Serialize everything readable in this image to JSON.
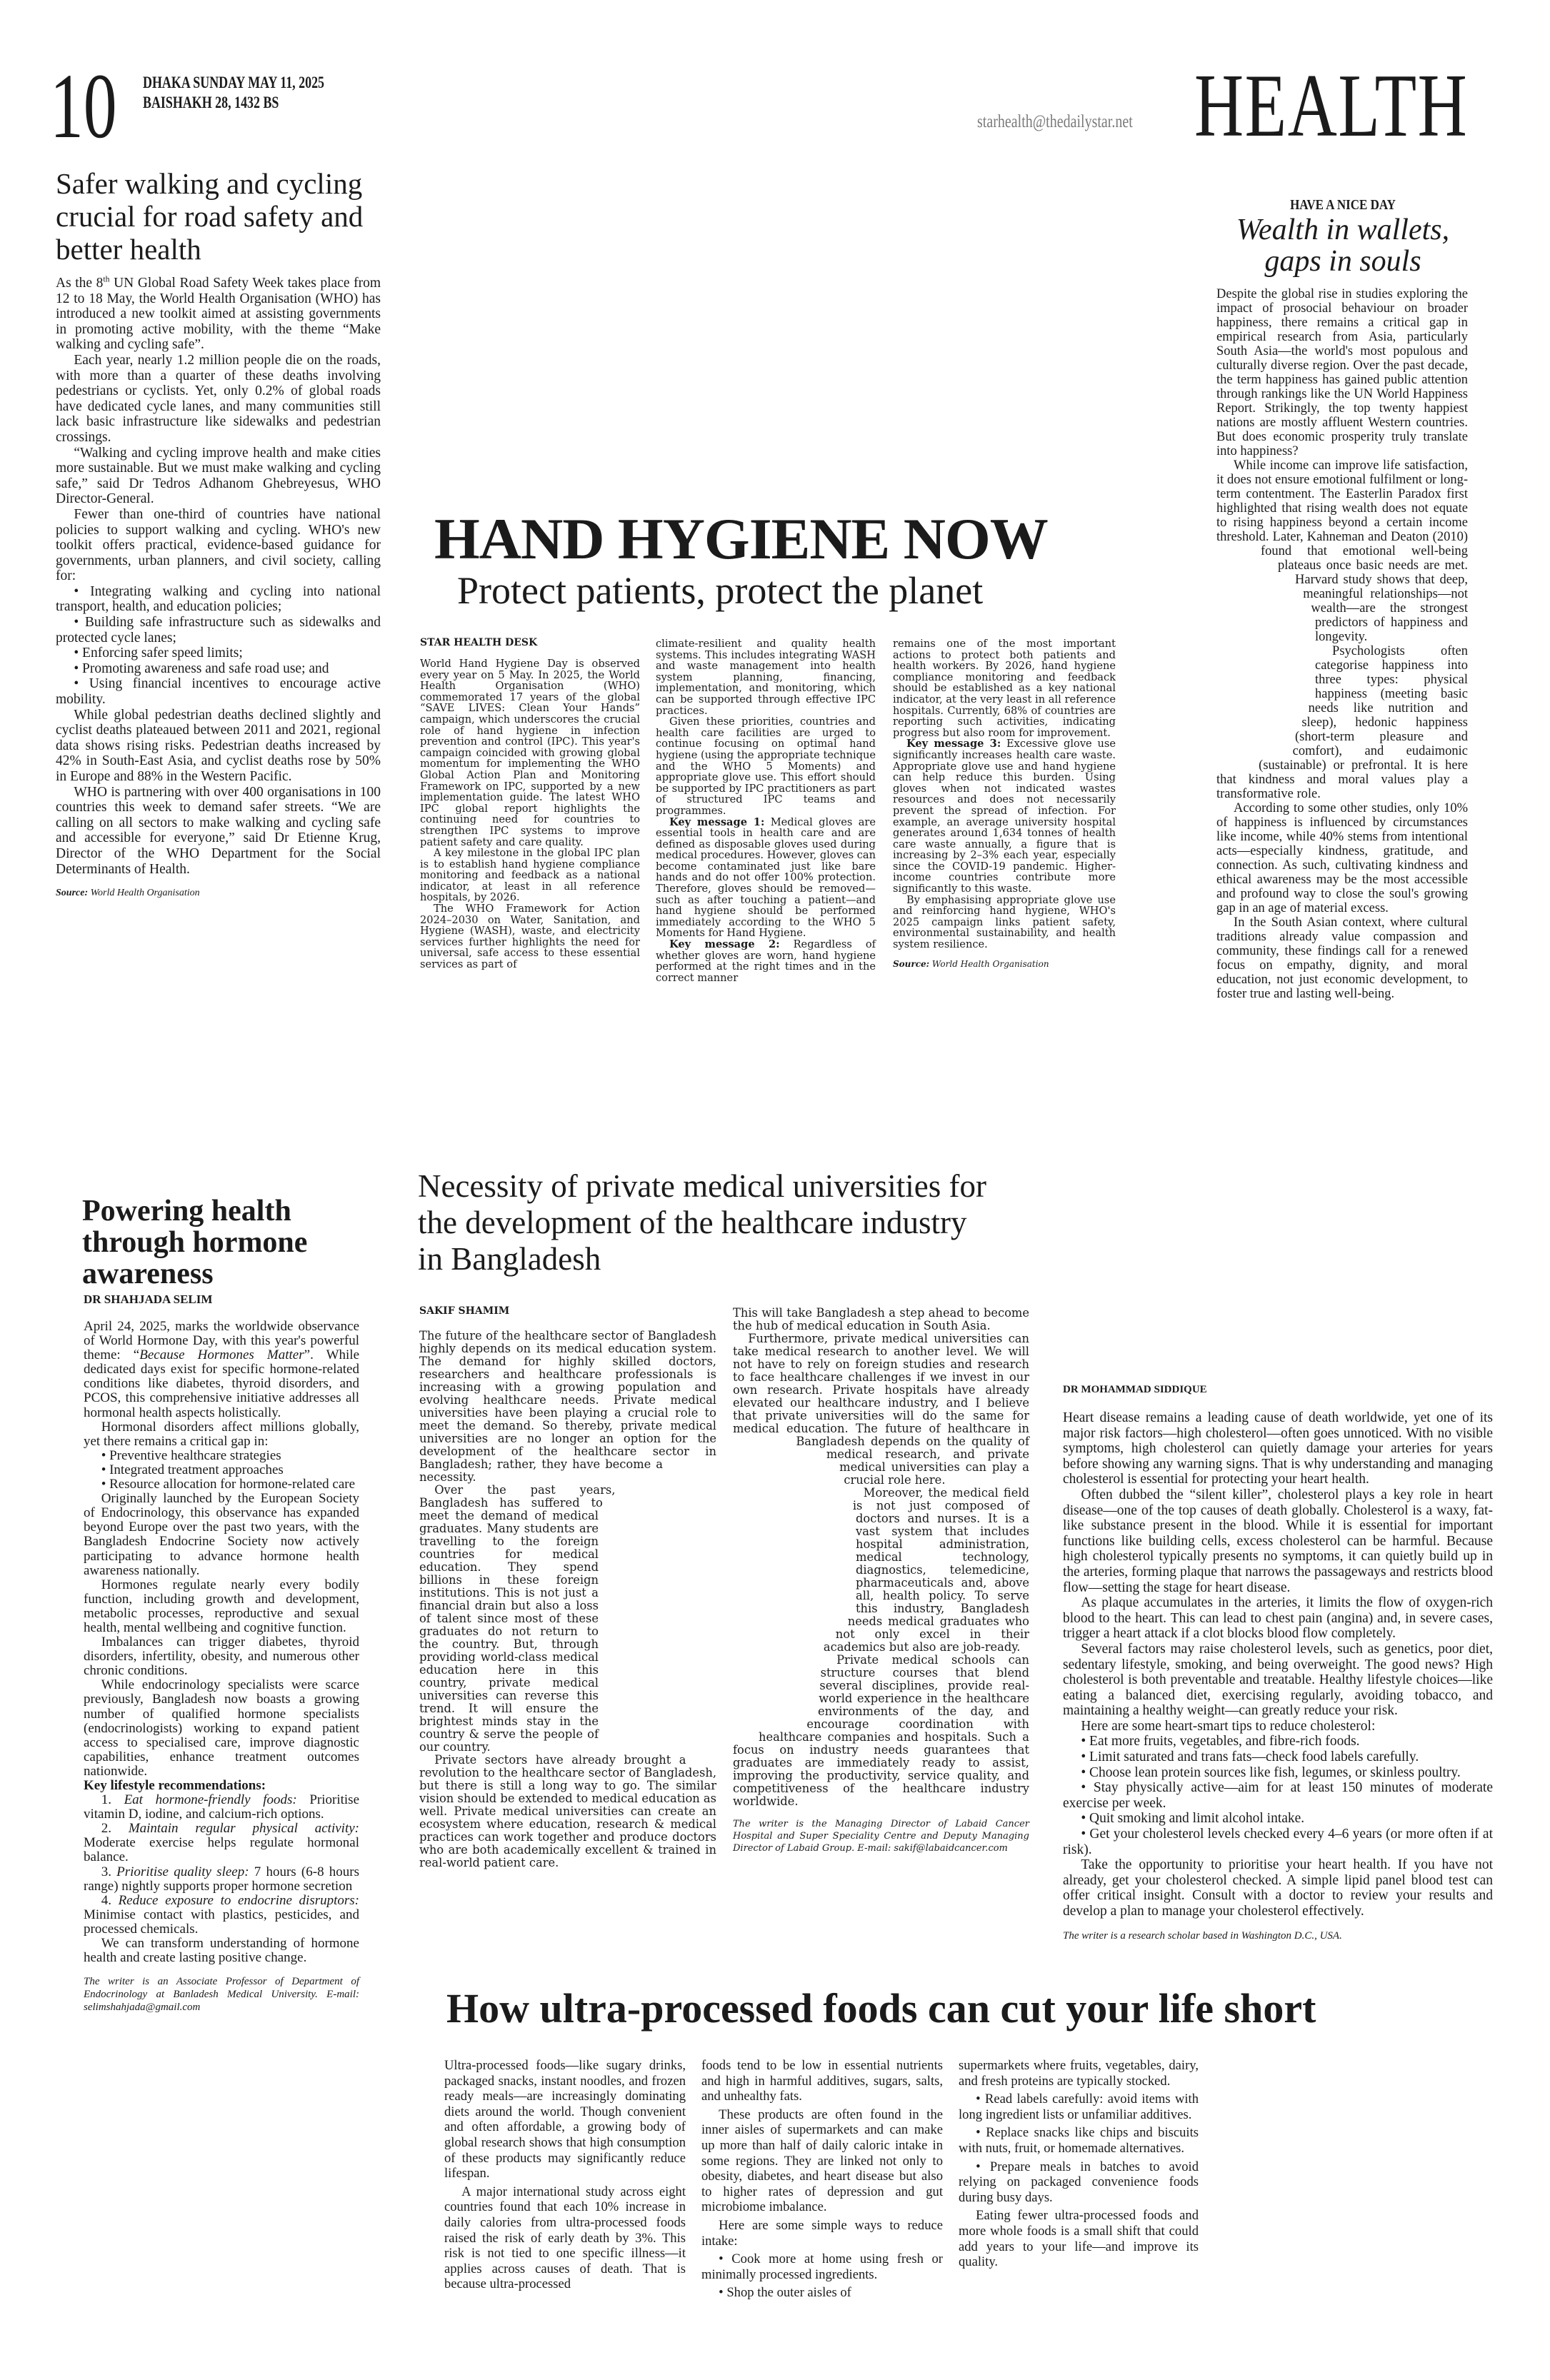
{
  "header": {
    "page_number": "10",
    "date_line": "DHAKA SUNDAY MAY 11, 2025",
    "bs_date": "BAISHAKH 28, 1432 BS",
    "email": "starhealth@thedailystar.net",
    "section": "HEALTH"
  },
  "safer": {
    "headline": "Safer walking and cycling crucial for road safety and better health",
    "p0a": "As the 8",
    "p0sup": "th",
    "p0b": " UN Global Road Safety Week takes place from 12 to 18 May, the World Health Organisation (WHO) has introduced a new toolkit aimed at assisting governments in promoting active mobility, with the theme “Make walking and cycling safe”.",
    "p1": "Each year, nearly 1.2 million people die on the roads, with more than a quarter of these deaths involving pedestrians or cyclists. Yet, only 0.2% of global roads have dedicated cycle lanes, and many communities still lack basic infrastructure like sidewalks and pedestrian crossings.",
    "p2": "“Walking and cycling improve health and make cities more sustainable. But we must make walking and cycling safe,” said Dr Tedros Adhanom Ghebreyesus, WHO Director-General.",
    "p3": "Fewer than one-third of countries have national policies to support walking and cycling. WHO's new toolkit offers practical, evidence-based guidance for governments, urban planners, and civil society, calling for:",
    "bullets": [
      "• Integrating walking and cycling into national transport, health, and education policies;",
      "• Building safe infrastructure such as sidewalks and protected cycle lanes;",
      "• Enforcing safer speed limits;",
      "• Promoting awareness and safe road use; and",
      "• Using financial incentives to encourage active mobility."
    ],
    "p4": "While global pedestrian deaths declined slightly and cyclist deaths plateaued between 2011 and 2021, regional data shows rising risks. Pedestrian deaths increased by 42% in South-East Asia, and cyclist deaths rose by 50% in Europe and 88% in the Western Pacific.",
    "p5": "WHO is partnering with over 400 organisations in 100 countries this week to demand safer streets. “We are calling on all sectors to make walking and cycling safe and accessible for everyone,” said Dr Etienne Krug, Director of the WHO Department for the Social Determinants of Health.",
    "source_label": "Source:",
    "source": " World Health Organisation"
  },
  "hand_hygiene": {
    "title": "HAND HYGIENE NOW",
    "subtitle": "Protect patients, protect the planet",
    "desk": "STAR HEALTH DESK",
    "p1": "World Hand Hygiene Day is observed every year on 5 May. In 2025, the World Health Organisation (WHO) commemorated 17 years of the global “SAVE LIVES: Clean Your Hands” campaign, which underscores the crucial role of hand hygiene in infection prevention and control (IPC). This year's campaign coincided with growing global momentum for implementing the WHO Global Action Plan and Monitoring Framework on IPC, supported by a new implementation guide. The latest WHO IPC global report highlights the continuing need for countries to strengthen IPC systems to improve patient safety and care quality.",
    "p2": "A key milestone in the global IPC plan is to establish hand hygiene compliance monitoring and feedback as a national indicator, at least in all reference hospitals, by 2026.",
    "p3a": "The WHO Framework for Action 2024–2030 on Water, Sanitation, and Hygiene (WASH), waste, and electricity services further highlights the need for universal, safe access to these essential services as part of",
    "p3b": "climate-resilient and quality health systems. This includes integrating WASH and waste management into health system planning, financing, implementation, and monitoring, which can be supported through effective IPC practices.",
    "p4": "Given these priorities, countries and health care facilities are urged to continue focusing on optimal hand hygiene (using the appropriate technique and the WHO 5 Moments) and appropriate glove use. This effort should be supported by IPC practitioners as part of structured IPC teams and programmes.",
    "km1_lead": "Key message 1:",
    "km1": " Medical gloves are essential tools in health care and are defined as disposable gloves used during medical procedures. However, gloves can become contaminated just like bare hands and do not offer 100% protection. Therefore, gloves should be removed—such as after touching a patient—and hand hygiene should be performed immediately according to the WHO 5 Moments for Hand Hygiene.",
    "km2_lead": "Key message 2:",
    "km2a": " Regardless of whether gloves are worn, hand hygiene performed at the right times and in the correct manner",
    "km2b": "remains one of the most important actions to protect both patients and health workers. By 2026, hand hygiene compliance monitoring and feedback should be established as a key national indicator, at the very least in all reference hospitals. Currently, 68% of countries are reporting such activities, indicating progress but also room for improvement.",
    "km3_lead": "Key message 3:",
    "km3": " Excessive glove use significantly increases health care waste. Appropriate glove use and hand hygiene can help reduce this burden. Using gloves when not indicated wastes resources and does not necessarily prevent the spread of infection. For example, an average university hospital generates around 1,634 tonnes of health care waste annually, a figure that is increasing by 2–3% each year, especially since the COVID-19 pandemic. Higher-income countries contribute more significantly to this waste.",
    "p_last": "By emphasising appropriate glove use and reinforcing hand hygiene, WHO's 2025 campaign links patient safety, environmental sustainability, and health system resilience.",
    "source_label": "Source:",
    "source": " World Health Organisation"
  },
  "wealth": {
    "kicker": "HAVE A NICE DAY",
    "title": "Wealth in wallets, gaps in souls",
    "p1": "Despite the global rise in studies exploring the impact of prosocial behaviour on broader happiness, there remains a critical gap in empirical research from Asia, particularly South Asia—the world's most populous and culturally diverse region. Over the past decade, the term happiness has gained public attention through rankings like the UN World Happiness Report. Strikingly, the top twenty happiest nations are mostly affluent Western countries. But does economic prosperity truly translate into happiness?",
    "p2": "While income can improve life satisfaction, it does not ensure emotional fulfilment or long-term contentment. The Easterlin Paradox first highlighted that rising wealth does not equate to rising happiness beyond a certain income threshold. Later, Kahneman and Deaton (2010) found that emotional well-being plateaus once basic needs are met. Harvard study shows that deep, meaningful relationships—not wealth—are the strongest predictors of happiness and longevity.",
    "p3": "Psychologists often categorise happiness into three types: physical happiness (meeting basic needs like nutrition and sleep), hedonic happiness (short-term pleasure and comfort), and eudaimonic (sustainable) or prefrontal. It is here that kindness and moral values play a transformative role.",
    "p4": "According to some other studies, only 10% of happiness is influenced by circumstances like income, while 40% stems from intentional acts—especially kindness, gratitude, and connection. As such, cultivating kindness and ethical awareness may be the most accessible and profound way to close the soul's growing gap in an age of material excess.",
    "p5": "In the South Asian context, where cultural traditions already value compassion and community, these findings call for a renewed focus on empathy, dignity, and moral education, not just economic development, to foster true and lasting well-being."
  },
  "hormone": {
    "title": "Powering health through hormone awareness",
    "byline": "DR SHAHJADA SELIM",
    "p1a": "April 24, 2025, marks the worldwide observance of World Hormone Day, with this year's powerful theme: “",
    "p1i": "Because Hormones Matter",
    "p1b": "”. While dedicated days exist for specific hormone-related conditions like diabetes, thyroid disorders, and PCOS, this comprehensive initiative addresses all hormonal health aspects holistically.",
    "p2": "Hormonal disorders affect millions globally, yet there remains a critical gap in:",
    "bullets": [
      "• Preventive healthcare strategies",
      "• Integrated treatment approaches",
      "• Resource allocation for hormone-related care"
    ],
    "p3": "Originally launched by the European Society of Endocrinology, this observance has expanded beyond Europe over the past two years, with the Bangladesh Endocrine Society now actively participating to advance hormone health awareness nationally.",
    "p4": "Hormones regulate nearly every bodily function, including growth and development, metabolic processes, reproductive and sexual health, mental wellbeing and cognitive function.",
    "p5": "Imbalances can trigger diabetes, thyroid disorders, infertility, obesity, and numerous other chronic conditions.",
    "p6": "While endocrinology specialists were scarce previously, Bangladesh now boasts a growing number of qualified hormone specialists (endocrinologists) working to expand patient access to specialised care, improve diagnostic capabilities, enhance treatment outcomes nationwide.",
    "rec_heading": "Key lifestyle recommendations:",
    "recs": [
      {
        "num": "1. ",
        "lead": "Eat hormone-friendly foods:",
        "text": " Prioritise vitamin D, iodine, and calcium-rich options."
      },
      {
        "num": "2. ",
        "lead": "Maintain regular physical activity:",
        "text": " Moderate exercise helps regulate hormonal balance."
      },
      {
        "num": "3. ",
        "lead": "Prioritise quality sleep:",
        "text": " 7 hours (6-8 hours range) nightly supports proper hormone secretion"
      },
      {
        "num": "4. ",
        "lead": "Reduce exposure to endocrine disruptors:",
        "text": " Minimise contact with plastics, pesticides, and processed chemicals."
      }
    ],
    "p7": "We can transform understanding of hormone health and create lasting positive change.",
    "note": "The writer is an Associate Professor of Department of Endocrinology at Banladesh Medical University. E-mail: selimshahjada@gmail.com"
  },
  "private_med": {
    "title": "Necessity of private medical universities for the development of the healthcare industry in Bangladesh",
    "byline": "SAKIF SHAMIM",
    "p1": "The future of the healthcare sector of Bangladesh highly depends on its medical education system. The demand for highly skilled doctors, researchers and healthcare professionals is increasing with a growing population and evolving healthcare needs. Private medical universities have been playing a crucial role to meet the demand. So thereby, private medical universities are no longer an option for the development of the healthcare sector in Bangladesh; rather, they have become a necessity.",
    "p2": "Over the past years, Bangladesh has suffered to meet the demand of medical graduates. Many students are travelling to the foreign countries for medical education. They spend billions in these foreign institutions. This is not just a financial drain but also a loss of talent since most of these graduates do not return to the country. But, through providing world-class medical education here in this country, private medical universities can reverse this trend. It will ensure the brightest minds stay in the country & serve the people of our country.",
    "p3a": "Private sectors have already brought a revolution to the healthcare sector of Bangladesh, but there is still a long way to go. The similar vision should be extended to medical education as well. Private medical universities can create an ecosystem where education, research & medical practices can work together and produce doctors who are both academically excellent & trained in real-world patient care.",
    "p3b": "This will take Bangladesh a step ahead to become the hub of medical education in South Asia.",
    "p4": "Furthermore, private medical universities can take medical research to another level. We will not have to rely on foreign studies and research to face healthcare challenges if we invest in our own research. Private hospitals have already elevated our healthcare industry, and I believe that private universities will do the same for medical education. The future of healthcare in Bangladesh depends on the quality of medical research, and private medical universities can play a crucial role here.",
    "p5": "Moreover, the medical field is not just composed of doctors and nurses. It is a vast system that includes hospital administration, medical technology, diagnostics, telemedicine, pharmaceuticals and, above all, health policy. To serve this industry, Bangladesh needs medical graduates who not only excel in their academics but also are job-ready.",
    "p6": "Private medical schools can structure courses that blend several disciplines, provide real-world experience in the healthcare environments of the day, and encourage coordination with healthcare companies and hospitals. Such a focus on industry needs guarantees that graduates are immediately ready to assist, improving the productivity, service quality, and competitiveness of the healthcare industry worldwide.",
    "note": "The writer is the Managing Director of Labaid Cancer Hospital and Super Speciality Centre and Deputy Managing Director of Labaid Group. E-mail: sakif@labaidcancer.com"
  },
  "cholesterol": {
    "byline": "DR MOHAMMAD SIDDIQUE",
    "p1": "Heart disease remains a leading cause of death worldwide, yet one of its major risk factors—high cholesterol—often goes unnoticed. With no visible symptoms, high cholesterol can quietly damage your arteries for years before showing any warning signs. That is why understanding and managing cholesterol is essential for protecting your heart health.",
    "p2": "Often dubbed the “silent killer”, cholesterol plays a key role in heart disease—one of the top causes of death globally. Cholesterol is a waxy, fat-like substance present in the blood. While it is essential for important functions like building cells, excess cholesterol can be harmful. Because high cholesterol typically presents no symptoms, it can quietly build up in the arteries, forming plaque that narrows the passageways and restricts blood flow—setting the stage for heart disease.",
    "p3": "As plaque accumulates in the arteries, it limits the flow of oxygen-rich blood to the heart. This can lead to chest pain (angina) and, in severe cases, trigger a heart attack if a clot blocks blood flow completely.",
    "p4": "Several factors may raise cholesterol levels, such as genetics, poor diet, sedentary lifestyle, smoking, and being overweight. The good news? High cholesterol is both preventable and treatable. Healthy lifestyle choices—like eating a balanced diet, exercising regularly, avoiding tobacco, and maintaining a healthy weight—can greatly reduce your risk.",
    "p5": "Here are some heart-smart tips to reduce cholesterol:",
    "bullets": [
      "• Eat more fruits, vegetables, and fibre-rich foods.",
      "• Limit saturated and trans fats—check food labels carefully.",
      "• Choose lean protein sources like fish, legumes, or skinless poultry.",
      "• Stay physically active—aim for at least 150 minutes of moderate exercise per week.",
      "• Quit smoking and limit alcohol intake.",
      "• Get your cholesterol levels checked every 4–6 years (or more often if at risk)."
    ],
    "p6": "Take the opportunity to prioritise your heart health. If you have not already, get your cholesterol checked. A simple lipid panel blood test can offer critical insight. Consult with a doctor to review your results and develop a plan to manage your cholesterol effectively.",
    "note": "The writer is a research scholar based in Washington D.C., USA."
  },
  "ultra": {
    "title": "How ultra-processed foods can cut your life short",
    "p1": "Ultra-processed foods—like sugary drinks, packaged snacks, instant noodles, and frozen ready meals—are increasingly dominating diets around the world. Though convenient and often affordable, a growing body of global research shows that high consumption of these products may significantly reduce lifespan.",
    "p2a": "A major international study across eight countries found that each 10% increase in daily calories from ultra-processed foods raised the risk of early death by 3%. This risk is not tied to one specific illness—it applies across causes of death. That is because ultra-processed",
    "p2b": "foods tend to be low in essential nutrients and high in harmful additives, sugars, salts, and unhealthy fats.",
    "p3": "These products are often found in the inner aisles of supermarkets and can make up more than half of daily caloric intake in some regions. They are linked not only to obesity, diabetes, and heart disease but also to higher rates of depression and gut microbiome imbalance.",
    "p4": "Here are some simple ways to reduce intake:",
    "b1": "• Cook more at home using fresh or minimally processed ingredients.",
    "b2a": "• Shop the outer aisles of",
    "b2b": "supermarkets where fruits, vegetables, dairy, and fresh proteins are typically stocked.",
    "b3": "• Read labels carefully: avoid items with long ingredient lists or unfamiliar additives.",
    "b4": "• Replace snacks like chips and biscuits with nuts, fruit, or homemade alternatives.",
    "b5": "• Prepare meals in batches to avoid relying on packaged convenience foods during busy days.",
    "p5": "Eating fewer ultra-processed foods and more whole foods is a small shift that could add years to your life—and improve its quality."
  }
}
